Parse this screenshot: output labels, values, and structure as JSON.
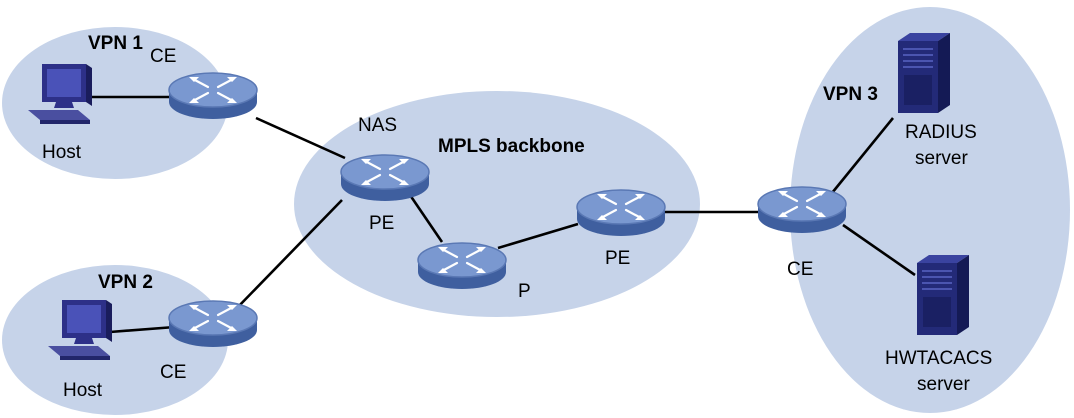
{
  "colors": {
    "zone_fill": "#c6d3e9",
    "router_top": "#6f8ec9",
    "router_side": "#3f5f9f",
    "link": "#000000",
    "server": "#232a78",
    "host": "#3c3f9a"
  },
  "zones": {
    "vpn1": {
      "label": "VPN 1"
    },
    "vpn2": {
      "label": "VPN 2"
    },
    "vpn3": {
      "label": "VPN 3"
    },
    "mpls": {
      "label": "MPLS backbone"
    }
  },
  "devices": {
    "ce1": {
      "label": "CE",
      "icon": "router-icon"
    },
    "ce2": {
      "label": "CE",
      "icon": "router-icon"
    },
    "pe_nas": {
      "label_top": "NAS",
      "label": "PE",
      "icon": "router-icon"
    },
    "p": {
      "label": "P",
      "icon": "router-icon"
    },
    "pe2": {
      "label": "PE",
      "icon": "router-icon"
    },
    "ce3": {
      "label": "CE",
      "icon": "router-icon"
    },
    "host1": {
      "label": "Host",
      "icon": "computer-icon"
    },
    "host2": {
      "label": "Host",
      "icon": "computer-icon"
    },
    "radius": {
      "label_line1": "RADIUS",
      "label_line2": "server",
      "icon": "server-icon"
    },
    "hwtacacs": {
      "label_line1": "HWTACACS",
      "label_line2": "server",
      "icon": "server-icon"
    }
  }
}
